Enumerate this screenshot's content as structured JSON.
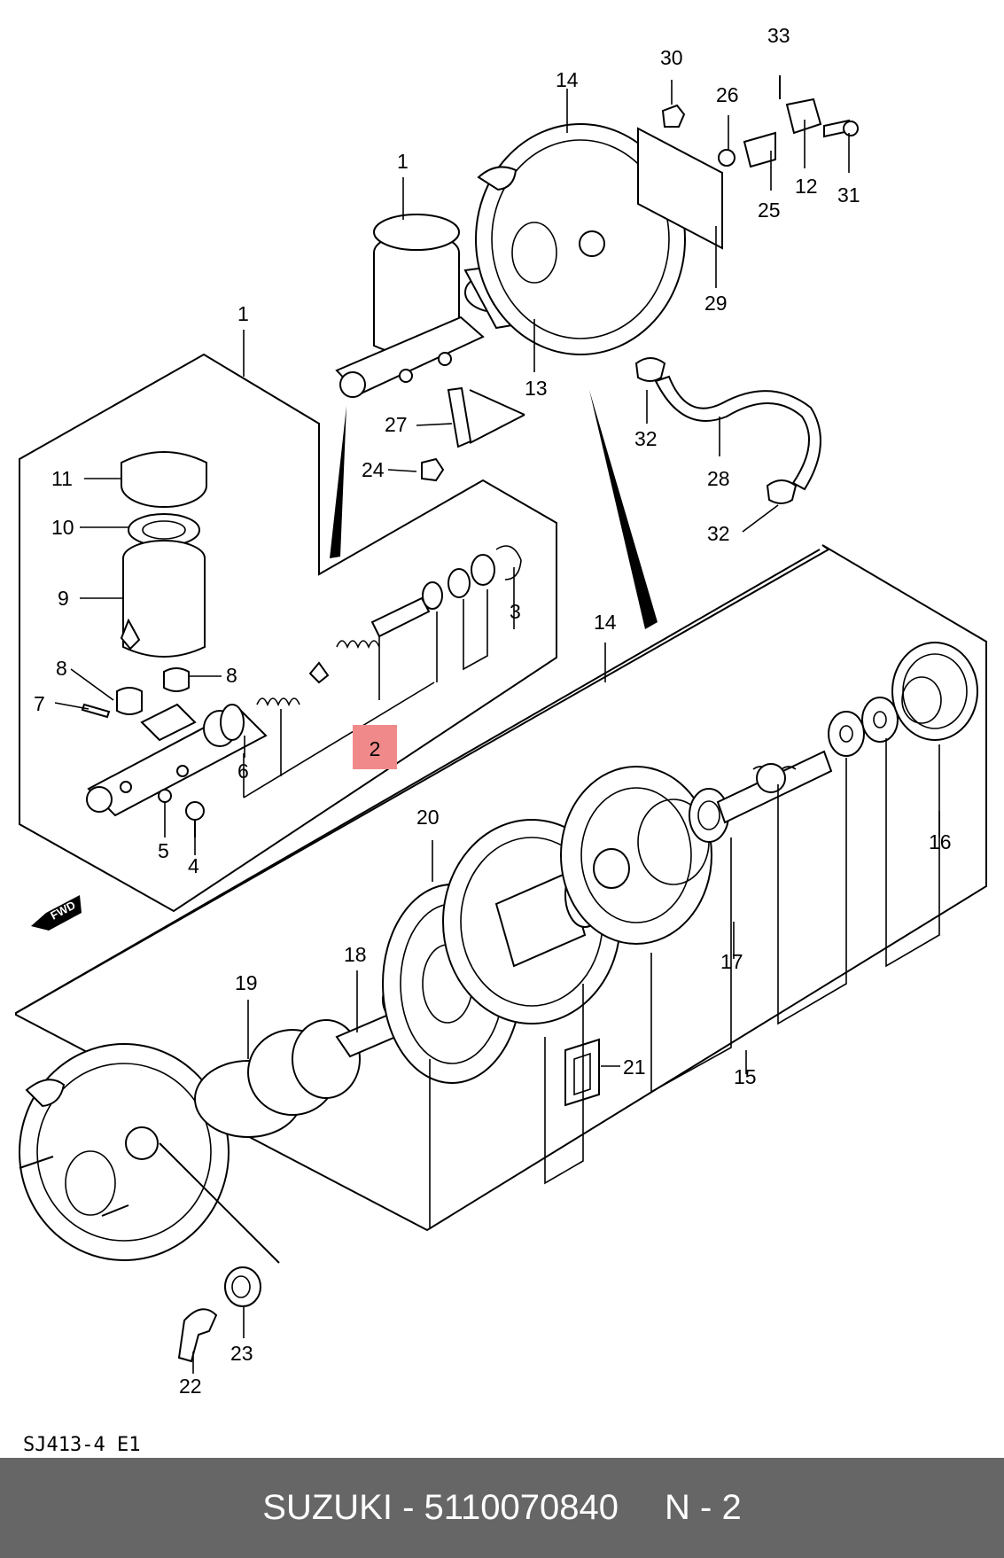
{
  "diagram": {
    "labels": {
      "l1a": "1",
      "l1b": "1",
      "l2": "2",
      "l3": "3",
      "l4": "4",
      "l5": "5",
      "l6": "6",
      "l7": "7",
      "l8a": "8",
      "l8b": "8",
      "l9": "9",
      "l10": "10",
      "l11": "11",
      "l12": "12",
      "l13": "13",
      "l14a": "14",
      "l14b": "14",
      "l15": "15",
      "l16": "16",
      "l17": "17",
      "l18": "18",
      "l19": "19",
      "l20": "20",
      "l21": "21",
      "l22": "22",
      "l23": "23",
      "l24": "24",
      "l25": "25",
      "l26": "26",
      "l27": "27",
      "l28": "28",
      "l29": "29",
      "l30": "30",
      "l31": "31",
      "l32a": "32",
      "l32b": "32",
      "l33": "33"
    },
    "highlight_color": "#f08a8a",
    "fwd_label": "FWD",
    "drawing_code": "SJ413-4 E1"
  },
  "footer": {
    "brand": "SUZUKI - 5110070840",
    "page": "N - 2",
    "background": "#666666"
  }
}
